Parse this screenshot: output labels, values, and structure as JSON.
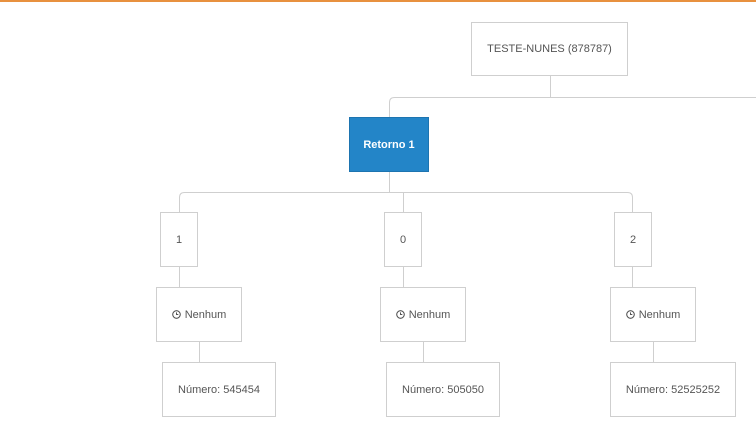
{
  "tree": {
    "root": {
      "label": "TESTE-NUNES (878787)"
    },
    "branch": {
      "label": "Retorno 1"
    },
    "children": [
      {
        "option": "1",
        "action": "Nenhum",
        "number": "Número: 545454"
      },
      {
        "option": "0",
        "action": "Nenhum",
        "number": "Número: 505050"
      },
      {
        "option": "2",
        "action": "Nenhum",
        "number": "Número: 52525252"
      }
    ]
  },
  "colors": {
    "accent": "#e8913f",
    "branch_bg": "#2385c8",
    "line": "#cfcfcf"
  },
  "icons": {
    "action_icon": "clock-icon"
  }
}
